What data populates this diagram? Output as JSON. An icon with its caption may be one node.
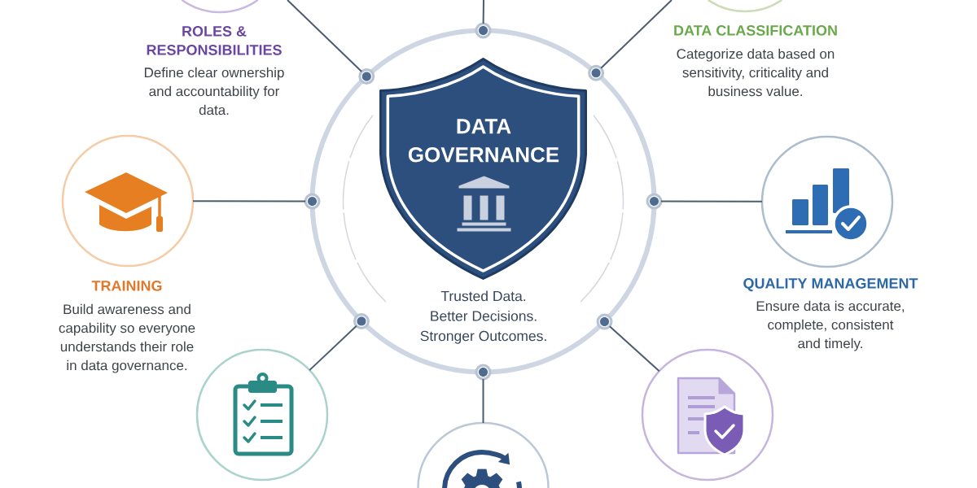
{
  "diagram": {
    "nodes": [
      {
        "text": [
          "ROLES & RESPONSIBILITIES",
          "Define clear ownership and accountability for data."
        ]
      },
      {
        "text": [
          "DATA CLASSIFICATION",
          "Categorize data based on sensitivity, criticality and business value."
        ]
      },
      {
        "text": [
          "Trusted Data. Better Decisions. Stronger Outcomes."
        ]
      },
      {
        "text": [
          "DATA GOVERNANCE"
        ],
        "in": 2
      },
      {
        "text": [
          "TRAINING",
          "Build awareness and capability so everyone understands their role in data governance."
        ]
      },
      {
        "text": [
          "QUALITY MANAGEMENT",
          "Ensure data is accurate, complete, consistent and timely."
        ]
      },
      {
        "text": [],
        "shape": "circle"
      },
      {
        "text": [],
        "shape": "circle"
      },
      {
        "text": [],
        "shape": "circle"
      },
      {
        "text": [],
        "shape": "circle"
      },
      {
        "text": [],
        "shape": "circle"
      },
      {
        "text": [],
        "shape": "circle"
      },
      {
        "text": [],
        "shape": "circle"
      },
      {
        "text": [],
        "shape": "circle"
      },
      {
        "text": [],
        "shape": "circle"
      },
      {
        "text": [],
        "shape": "circle"
      },
      {
        "text": [],
        "shape": "circle"
      }
    ],
    "edges": [
      {
        "from": 9,
        "to": null,
        "arrow": "none"
      },
      {
        "from": 10,
        "to": 0,
        "arrow": "none"
      },
      {
        "from": 11,
        "to": 1,
        "arrow": "none"
      },
      {
        "from": 12,
        "to": 4,
        "arrow": "none"
      },
      {
        "from": 13,
        "to": 5,
        "arrow": "none"
      },
      {
        "from": 14,
        "to": 6,
        "arrow": "none"
      },
      {
        "from": 15,
        "to": 7,
        "arrow": "none"
      },
      {
        "from": 16,
        "to": 8,
        "arrow": "none"
      }
    ]
  }
}
